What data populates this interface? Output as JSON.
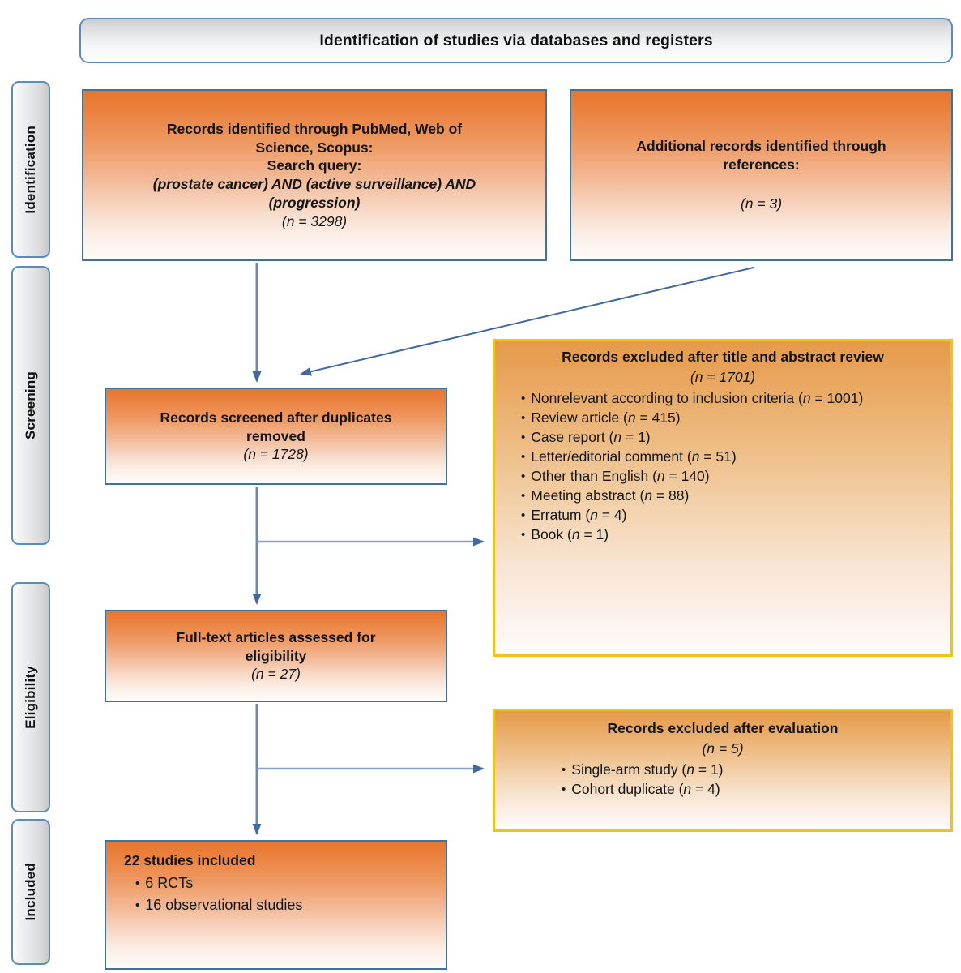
{
  "banner": {
    "title": "Identification of studies via databases and registers"
  },
  "stages": [
    {
      "id": "identification",
      "label": "Identification"
    },
    {
      "id": "screening",
      "label": "Screening"
    },
    {
      "id": "eligibility",
      "label": "Eligibility"
    },
    {
      "id": "included",
      "label": "Included"
    }
  ],
  "boxes": {
    "identified": {
      "line1": "Records identified through PubMed, Web of",
      "line2": "Science, Scopus:",
      "line3": "Search query:",
      "line4": "(prostate cancer) AND (active surveillance) AND",
      "line5": "(progression)",
      "count": "(n = 3298)"
    },
    "additional": {
      "line1": "Additional records identified through",
      "line2": "references:",
      "count": "(n = 3)"
    },
    "screened": {
      "line1": "Records screened after duplicates",
      "line2": "removed",
      "count": "(n = 1728)"
    },
    "fulltext": {
      "line1": "Full-text articles assessed for",
      "line2": "eligibility",
      "count": "(n = 27)"
    },
    "excluded_title": {
      "heading": "Records excluded after title and abstract review",
      "count": "(n = 1701)",
      "reasons": [
        "Nonrelevant according to inclusion criteria (n = 1001)",
        "Review article (n = 415)",
        "Case report (n = 1)",
        "Letter/editorial comment (n = 51)",
        "Other than English (n = 140)",
        "Meeting abstract (n = 88)",
        "Erratum (n = 4)",
        "Book (n = 1)"
      ]
    },
    "excluded_eval": {
      "heading": "Records excluded after evaluation",
      "count": "(n = 5)",
      "reasons": [
        "Single-arm study (n = 1)",
        "Cohort duplicate (n = 4)"
      ]
    },
    "included": {
      "heading": "22 studies included",
      "items": [
        "6 RCTs",
        "16 observational studies"
      ]
    }
  },
  "colors": {
    "box_border_blue": "#41729a",
    "box_border_yellow": "#f2c317",
    "box_fill_top": "#e8762e",
    "box_fill_bottom": "#fefbf9",
    "banner_border": "#5b8db8",
    "arrow": "#41699e"
  },
  "chart_data": {
    "type": "diagram",
    "title": "Identification of studies via databases and registers",
    "nodes": [
      {
        "id": "identified",
        "stage": "Identification",
        "n": 3298
      },
      {
        "id": "additional",
        "stage": "Identification",
        "n": 3
      },
      {
        "id": "screened",
        "stage": "Screening",
        "n": 1728
      },
      {
        "id": "excluded_title",
        "stage": "Screening",
        "n": 1701
      },
      {
        "id": "fulltext",
        "stage": "Eligibility",
        "n": 27
      },
      {
        "id": "excluded_eval",
        "stage": "Eligibility",
        "n": 5
      },
      {
        "id": "included",
        "stage": "Included",
        "n": 22
      }
    ],
    "edges": [
      {
        "from": "identified",
        "to": "screened"
      },
      {
        "from": "additional",
        "to": "screened"
      },
      {
        "from": "screened",
        "to": "excluded_title"
      },
      {
        "from": "screened",
        "to": "fulltext"
      },
      {
        "from": "fulltext",
        "to": "excluded_eval"
      },
      {
        "from": "fulltext",
        "to": "included"
      }
    ]
  }
}
